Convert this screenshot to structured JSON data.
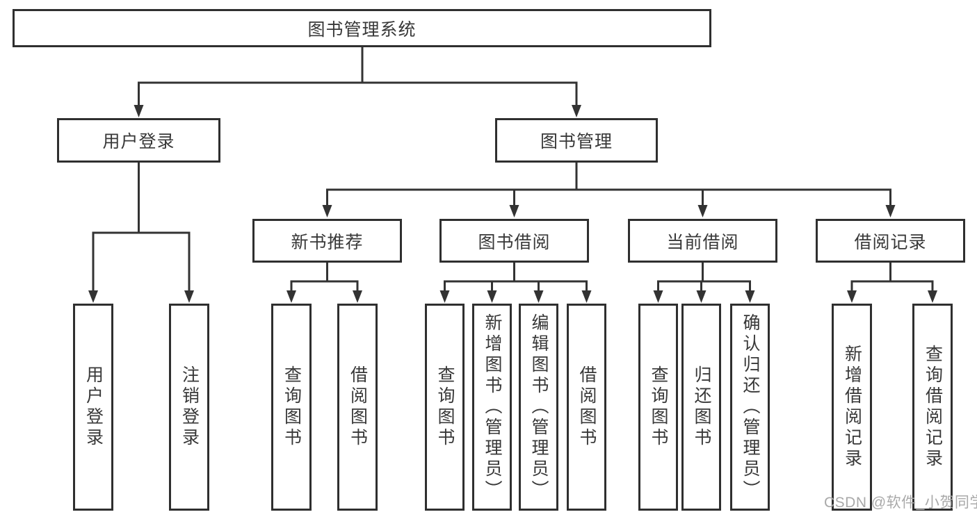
{
  "colors": {
    "line": "#333333",
    "box_border": "#2f2f2f",
    "text": "#383838",
    "watermark": "#a9a9a9",
    "background": "#ffffff"
  },
  "watermark": "CSDN @软件_小贺同学",
  "tree": {
    "root": {
      "label": "图书管理系统"
    },
    "children": [
      {
        "label": "用户登录",
        "children": [
          {
            "label": "用户登录"
          },
          {
            "label": "注销登录"
          }
        ]
      },
      {
        "label": "图书管理",
        "children": [
          {
            "label": "新书推荐",
            "children": [
              {
                "label": "查询图书"
              },
              {
                "label": "借阅图书"
              }
            ]
          },
          {
            "label": "图书借阅",
            "children": [
              {
                "label": "查询图书"
              },
              {
                "label": "新增图书（管理员）"
              },
              {
                "label": "编辑图书（管理员）"
              },
              {
                "label": "借阅图书"
              }
            ]
          },
          {
            "label": "当前借阅",
            "children": [
              {
                "label": "查询图书"
              },
              {
                "label": "归还图书"
              },
              {
                "label": "确认归还（管理员）"
              }
            ]
          },
          {
            "label": "借阅记录",
            "children": [
              {
                "label": "新增借阅记录"
              },
              {
                "label": "查询借阅记录"
              }
            ]
          }
        ]
      }
    ]
  }
}
